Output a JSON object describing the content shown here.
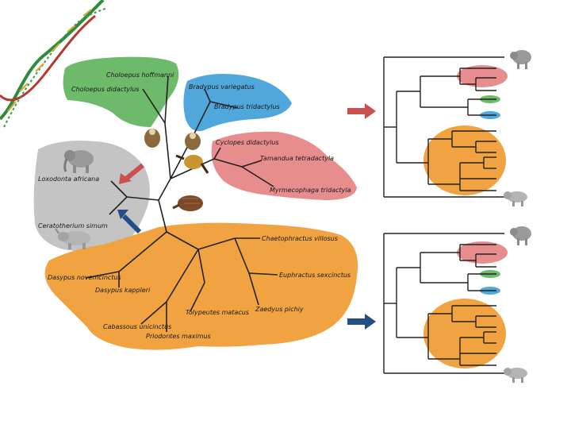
{
  "species": {
    "choloepus_hoffmanni": "Choloepus hoffmanni",
    "choloepus_didactylus": "Choloepus didactylus",
    "bradypus_variegatus": "Bradypus variegatus",
    "bradypus_tridactylus": "Bradypus tridactylus",
    "cyclopes_didactylus": "Cyclopes didactylus",
    "tamandua_tetradactyla": "Tamandua tetradactyla",
    "myrmecophaga_tridactyla": "Myrmecophaga tridactyla",
    "loxodonta_africana": "Loxodonta africana",
    "ceratotherium_simum": "Ceratotherium simum",
    "chaetophractus_villosus": "Chaetophractus villosus",
    "euphractus_sexcinctus": "Euphractus sexcinctus",
    "zaedyus_pichiy": "Zaedyus pichiy",
    "dasypus_novemcinctus": "Dasypus novemcinctus",
    "dasypus_kappleri": "Dasypus kappleri",
    "tolypeutes_matacus": "Tolypeutes matacus",
    "cabassous_unicinctus": "Cabassous unicinctus",
    "priodontes_maximus": "Priodontes maximus"
  },
  "colors": {
    "sloth_green": "#6dbb6a",
    "sloth_blue": "#4fa7db",
    "anteater_pink": "#e88d8d",
    "outgroup_gray": "#c4c4c4",
    "armadillo_orange": "#f0a340",
    "arrow_red": "#c9504f",
    "arrow_blue": "#234f84"
  },
  "icons": [
    "dna-helix-icon",
    "elephant-icon",
    "rhino-icon",
    "sloth-icon",
    "anteater-icon",
    "armadillo-icon",
    "red-arrow-icon",
    "blue-arrow-icon"
  ]
}
